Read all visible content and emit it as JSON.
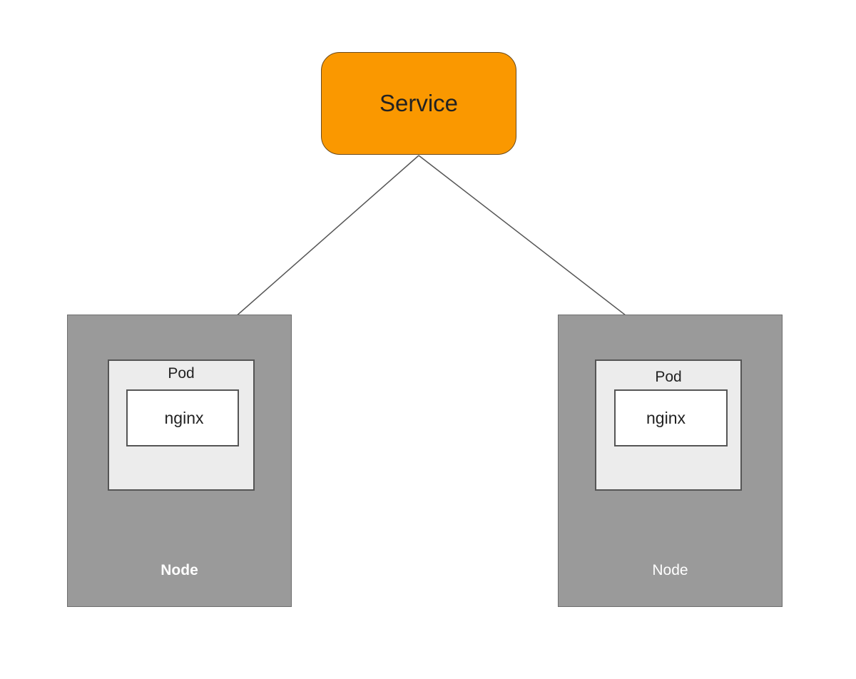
{
  "service": {
    "label": "Service"
  },
  "nodes": [
    {
      "label": "Node",
      "pod": {
        "label": "Pod",
        "container": {
          "label": "nginx"
        }
      }
    },
    {
      "label": "Node",
      "pod": {
        "label": "Pod",
        "container": {
          "label": "nginx"
        }
      }
    }
  ],
  "colors": {
    "service_fill": "#fa9800",
    "node_fill": "#9a9a9a",
    "pod_fill": "#ececec",
    "container_fill": "#ffffff",
    "connector": "#555555"
  }
}
